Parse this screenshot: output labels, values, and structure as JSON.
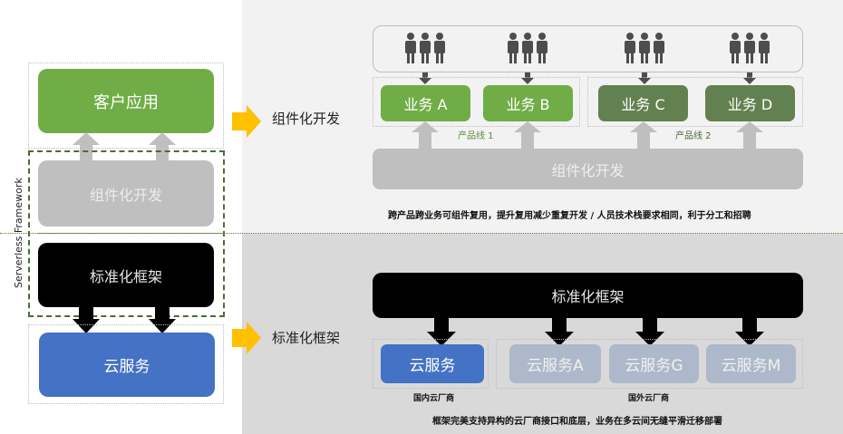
{
  "left_stack": {
    "customer_app": "客户应用",
    "component_dev": "组件化开发",
    "standard_framework": "标准化框架",
    "cloud_service": "云服务",
    "framework_label": "Serverless Framework"
  },
  "top_section": {
    "title": "组件化开发",
    "businesses": [
      "业务 A",
      "业务 B",
      "业务 C",
      "业务 D"
    ],
    "product_lines": [
      "产品线 1",
      "产品线 2"
    ],
    "base_bar": "组件化开发",
    "caption": "跨产品跨业务可组件复用，提升复用减少重复开发 / 人员技术栈要求相同，利于分工和招聘",
    "user_group_icon": "people-group-icon"
  },
  "bottom_section": {
    "title": "标准化框架",
    "framework_bar": "标准化框架",
    "domestic_service": "云服务",
    "foreign_services": [
      "云服务A",
      "云服务G",
      "云服务M"
    ],
    "domestic_label": "国内云厂商",
    "foreign_label": "国外云厂商",
    "caption": "框架完美支持异构的云厂商接口和底层，业务在多云间无缝平滑迁移部署"
  },
  "colors": {
    "green_light": "#70ad47",
    "green_dark": "#638150",
    "gray_box": "#bfbfbf",
    "black_box": "#000000",
    "blue": "#4472c4",
    "slate": "#adb9ca",
    "yellow": "#ffc000",
    "person": "#4d4d4d"
  }
}
